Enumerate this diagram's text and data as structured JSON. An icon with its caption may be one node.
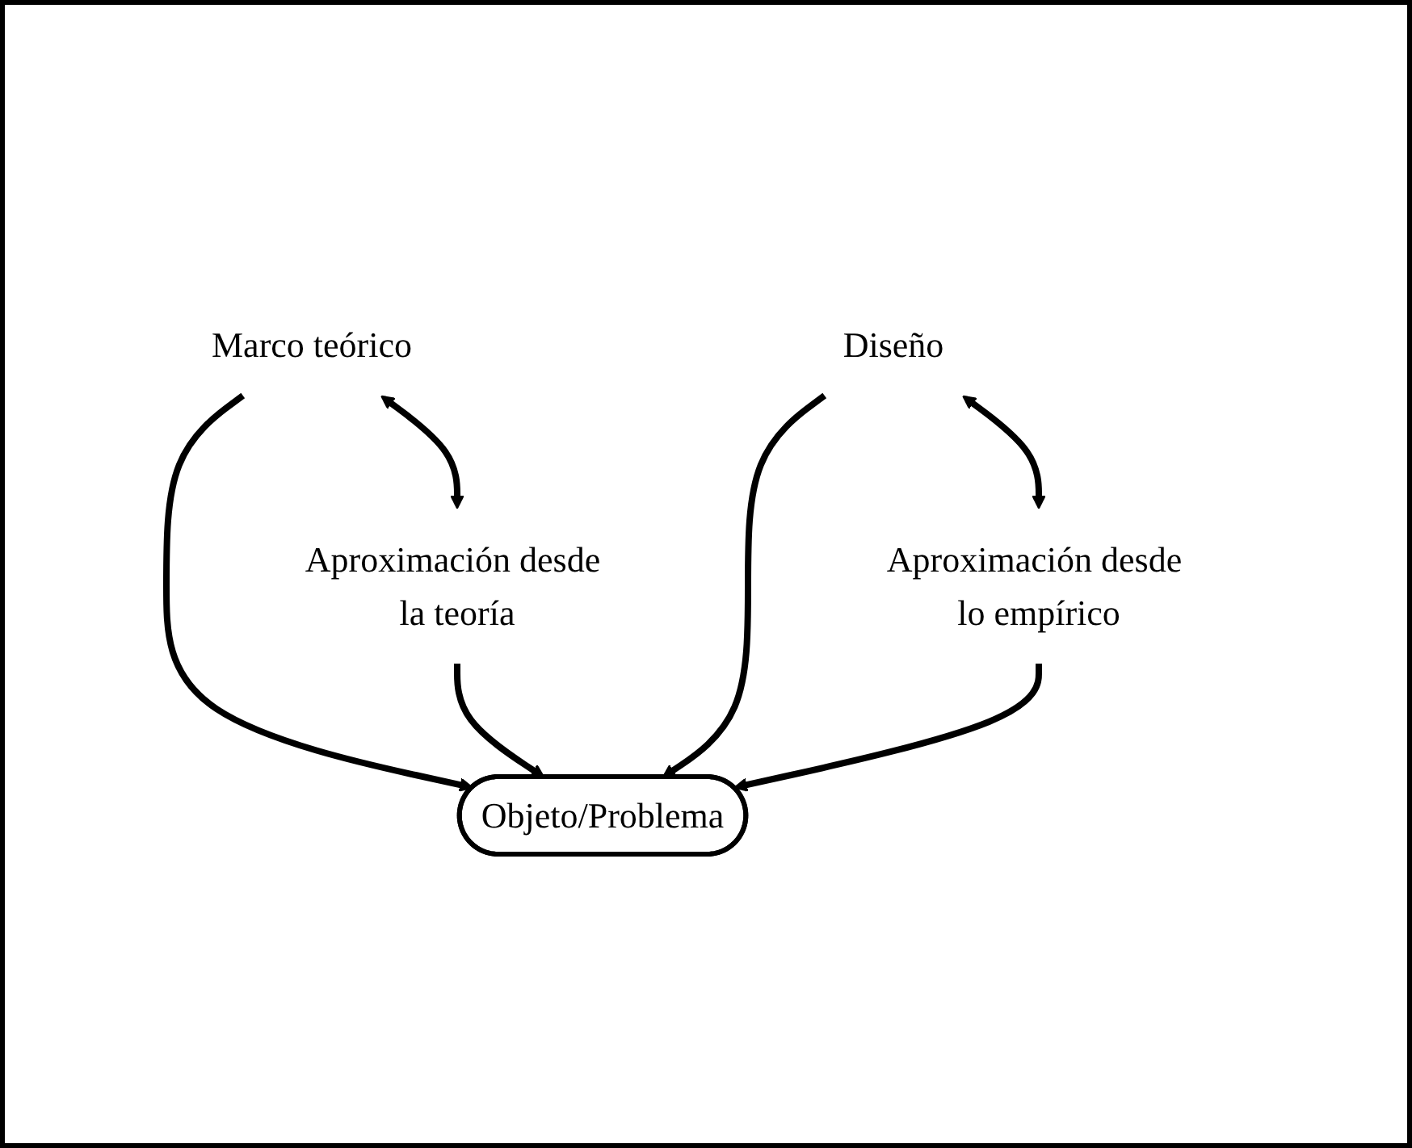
{
  "diagram": {
    "nodes": [
      {
        "text": [
          "Marco teórico"
        ]
      },
      {
        "text": [
          "Objeto/Problema"
        ]
      },
      {
        "text": [
          "Diseño"
        ]
      },
      {
        "text": [
          "Aproximación desde la teoría"
        ]
      },
      {
        "text": [
          "Aproximación desde lo empírico"
        ]
      }
    ],
    "edges": [
      {
        "from": 0,
        "to": 1,
        "arrow": "to"
      },
      {
        "from": 2,
        "to": 1,
        "arrow": "to"
      },
      {
        "from": 0,
        "to": 3,
        "arrow": "both"
      },
      {
        "from": 2,
        "to": 4,
        "arrow": "both"
      },
      {
        "from": 3,
        "to": 1,
        "arrow": "to"
      },
      {
        "from": 4,
        "to": 1,
        "arrow": "to"
      }
    ]
  }
}
